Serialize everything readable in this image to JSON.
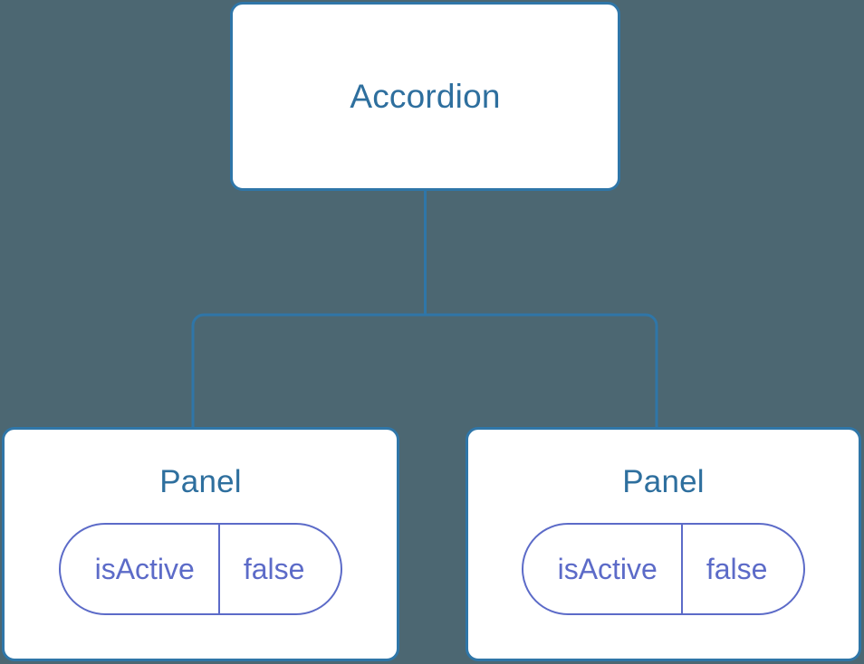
{
  "diagram": {
    "type": "component-tree",
    "background_color": "#4c6772",
    "node_border_color": "#2f76a8",
    "node_fill_color": "#ffffff",
    "node_text_color": "#2e6f9e",
    "edge_color": "#2f76a8",
    "state_accent_color": "#5c6bc8",
    "root": {
      "label": "Accordion"
    },
    "children": [
      {
        "label": "Panel",
        "state": {
          "key": "isActive",
          "value": "false"
        }
      },
      {
        "label": "Panel",
        "state": {
          "key": "isActive",
          "value": "false"
        }
      }
    ]
  }
}
